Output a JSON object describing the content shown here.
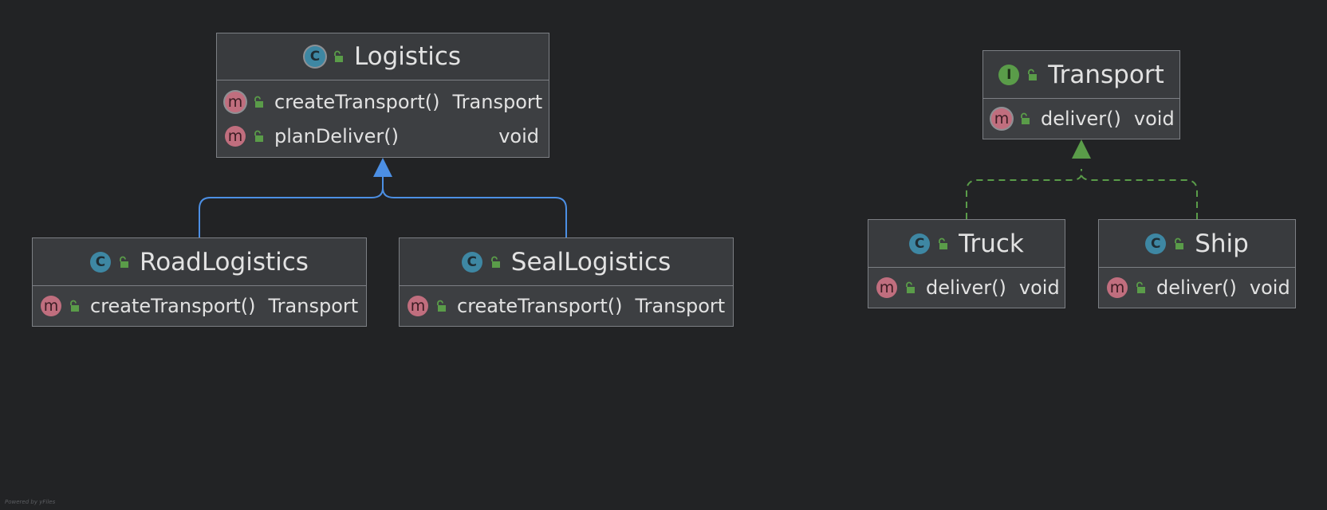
{
  "diagram": {
    "footer": "Powered by yFiles",
    "colors": {
      "background": "#222325",
      "inheritance_edge": "#4c8fe4",
      "realization_edge": "#5a9c49",
      "class_badge": "#3e87a3",
      "interface_badge": "#5a9c49",
      "method_badge": "#c06e7e",
      "public_lock": "#5a9c49"
    },
    "nodes": {
      "logistics": {
        "kind": "class",
        "badge": "C",
        "title": "Logistics",
        "members": [
          {
            "badge": "m",
            "name": "createTransport()",
            "type": "Transport"
          },
          {
            "badge": "m",
            "name": "planDeliver()",
            "type": "void"
          }
        ]
      },
      "road_logistics": {
        "kind": "class",
        "badge": "C",
        "title": "RoadLogistics",
        "members": [
          {
            "badge": "m",
            "name": "createTransport()",
            "type": "Transport"
          }
        ]
      },
      "seal_logistics": {
        "kind": "class",
        "badge": "C",
        "title": "SealLogistics",
        "members": [
          {
            "badge": "m",
            "name": "createTransport()",
            "type": "Transport"
          }
        ]
      },
      "transport": {
        "kind": "interface",
        "badge": "I",
        "title": "Transport",
        "members": [
          {
            "badge": "m",
            "name": "deliver()",
            "type": "void"
          }
        ]
      },
      "truck": {
        "kind": "class",
        "badge": "C",
        "title": "Truck",
        "members": [
          {
            "badge": "m",
            "name": "deliver()",
            "type": "void"
          }
        ]
      },
      "ship": {
        "kind": "class",
        "badge": "C",
        "title": "Ship",
        "members": [
          {
            "badge": "m",
            "name": "deliver()",
            "type": "void"
          }
        ]
      }
    },
    "edges": [
      {
        "from": "road_logistics",
        "to": "logistics",
        "kind": "inheritance"
      },
      {
        "from": "seal_logistics",
        "to": "logistics",
        "kind": "inheritance"
      },
      {
        "from": "truck",
        "to": "transport",
        "kind": "realization"
      },
      {
        "from": "ship",
        "to": "transport",
        "kind": "realization"
      }
    ]
  }
}
